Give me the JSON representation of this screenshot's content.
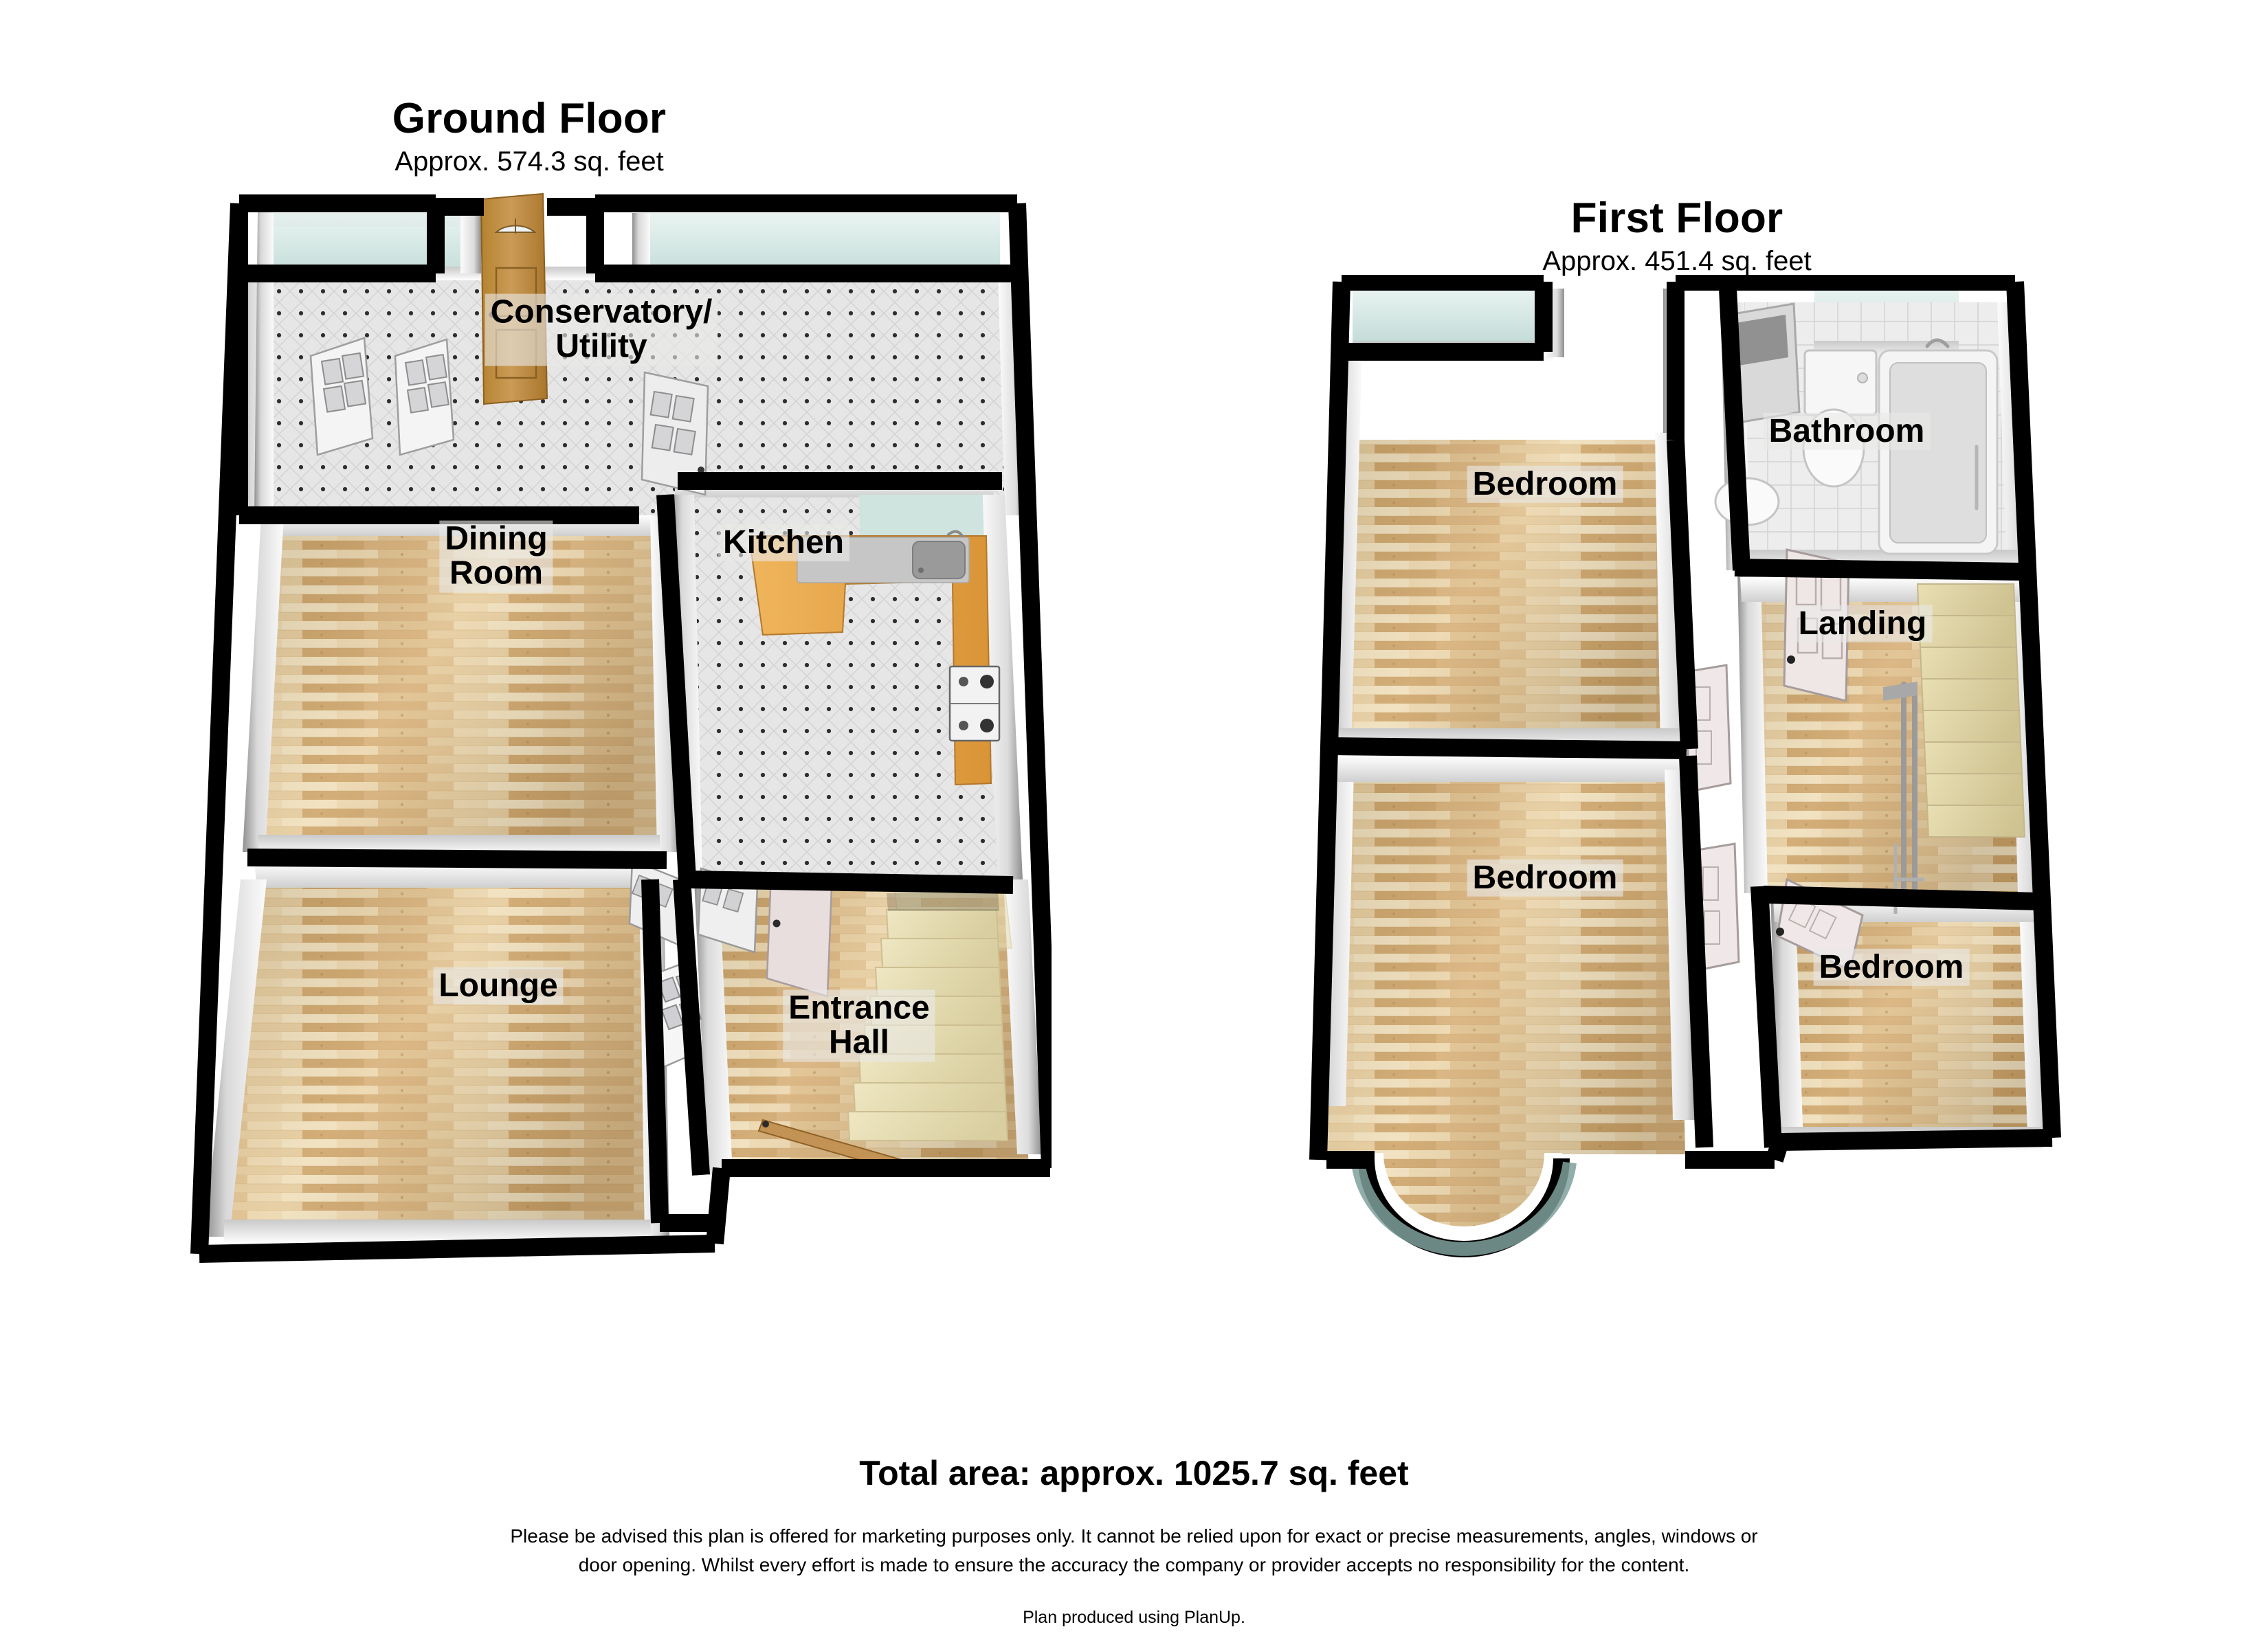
{
  "document": {
    "type": "residential-floor-plan",
    "total_area_label": "Total area: approx. 1025.7 sq. feet",
    "disclaimer_line1": "Please be advised this plan is offered for marketing purposes only. It cannot be relied upon for exact or precise measurements, angles, windows or",
    "disclaimer_line2": "door opening. Whilst every effort is made to ensure the accuracy the company or provider accepts no responsibility for the content.",
    "produced_by": "Plan produced using PlanUp."
  },
  "floors": [
    {
      "id": "ground-floor",
      "title": "Ground Floor",
      "area": "Approx. 574.3 sq. feet",
      "rooms": [
        {
          "id": "conservatory-utility",
          "label": "Conservatory/\nUtility",
          "floor_finish": "tile-dotted",
          "font_size": 48
        },
        {
          "id": "dining-room",
          "label": "Dining\nRoom",
          "floor_finish": "wood",
          "font_size": 48
        },
        {
          "id": "kitchen",
          "label": "Kitchen",
          "floor_finish": "tile-dotted",
          "font_size": 48
        },
        {
          "id": "lounge",
          "label": "Lounge",
          "floor_finish": "wood",
          "font_size": 48
        },
        {
          "id": "entrance-hall",
          "label": "Entrance\nHall",
          "floor_finish": "wood",
          "font_size": 48
        }
      ],
      "fixtures": [
        "front-door",
        "kitchen-sink",
        "kitchen-hob",
        "staircase-up",
        "french-doors",
        "windows"
      ]
    },
    {
      "id": "first-floor",
      "title": "First Floor",
      "area": "Approx. 451.4 sq. feet",
      "rooms": [
        {
          "id": "bedroom-1",
          "label": "Bedroom",
          "floor_finish": "wood",
          "font_size": 48
        },
        {
          "id": "bathroom",
          "label": "Bathroom",
          "floor_finish": "tile-white",
          "font_size": 48
        },
        {
          "id": "landing",
          "label": "Landing",
          "floor_finish": "wood",
          "font_size": 48
        },
        {
          "id": "bedroom-2",
          "label": "Bedroom",
          "floor_finish": "wood",
          "font_size": 48
        },
        {
          "id": "bedroom-3",
          "label": "Bedroom",
          "floor_finish": "wood",
          "font_size": 48
        }
      ],
      "fixtures": [
        "bath-tub",
        "toilet",
        "wash-basin",
        "staircase-down",
        "balustrade",
        "bay-window",
        "doors"
      ]
    }
  ],
  "colors": {
    "wall_outline": "#000000",
    "wall_face": "#f2f2f2",
    "wall_shadow": "#9a9a9a",
    "floor_wood_light": "#ead7ae",
    "floor_wood_mid": "#dcbb86",
    "floor_wood_dark": "#c99f63",
    "floor_tile_grey": "#e2e2e2",
    "floor_tile_white": "#ececec",
    "glazing": "#d9ece8",
    "glazing_deep": "#6f8f8a",
    "door_wood": "#b98a4f",
    "stair_carpet": "#e8dfb4",
    "worktop_wood": "#e8a94e",
    "appliance_grey": "#b9b9b9",
    "label_chip": "rgba(233,233,230,0.62)",
    "page_background": "#ffffff"
  }
}
